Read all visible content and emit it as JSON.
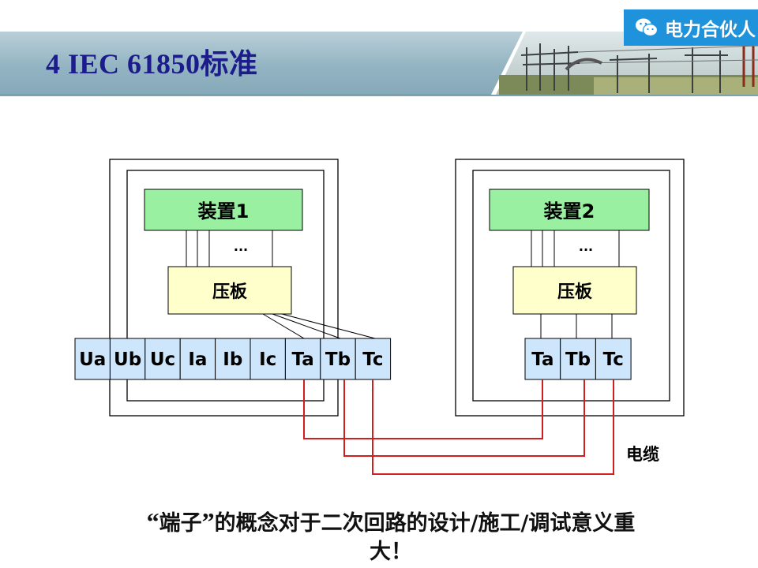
{
  "brand": {
    "text": "电力合伙人",
    "icon": "wechat-icon"
  },
  "title": "4 IEC 61850标准",
  "device1": {
    "label": "装置1",
    "ellipsis": "...",
    "plate": "压板",
    "terminals": [
      "Ua",
      "Ub",
      "Uc",
      "Ia",
      "Ib",
      "Ic",
      "Ta",
      "Tb",
      "Tc"
    ]
  },
  "device2": {
    "label": "装置2",
    "ellipsis": "...",
    "plate": "压板",
    "terminals": [
      "Ta",
      "Tb",
      "Tc"
    ]
  },
  "cable_label": "电缆",
  "caption": {
    "open_quote": "“",
    "word": "端子",
    "close_quote": "”",
    "line1_rest": "的概念对于二次回路的设计/施工/调试意义重",
    "line2": "大！"
  },
  "colors": {
    "device": "#99f0a0",
    "plate": "#ffffcc",
    "terminal": "#cde6fb",
    "cable": "#d21d1d",
    "title": "#1c1c8c",
    "brand": "#1f92dc"
  }
}
